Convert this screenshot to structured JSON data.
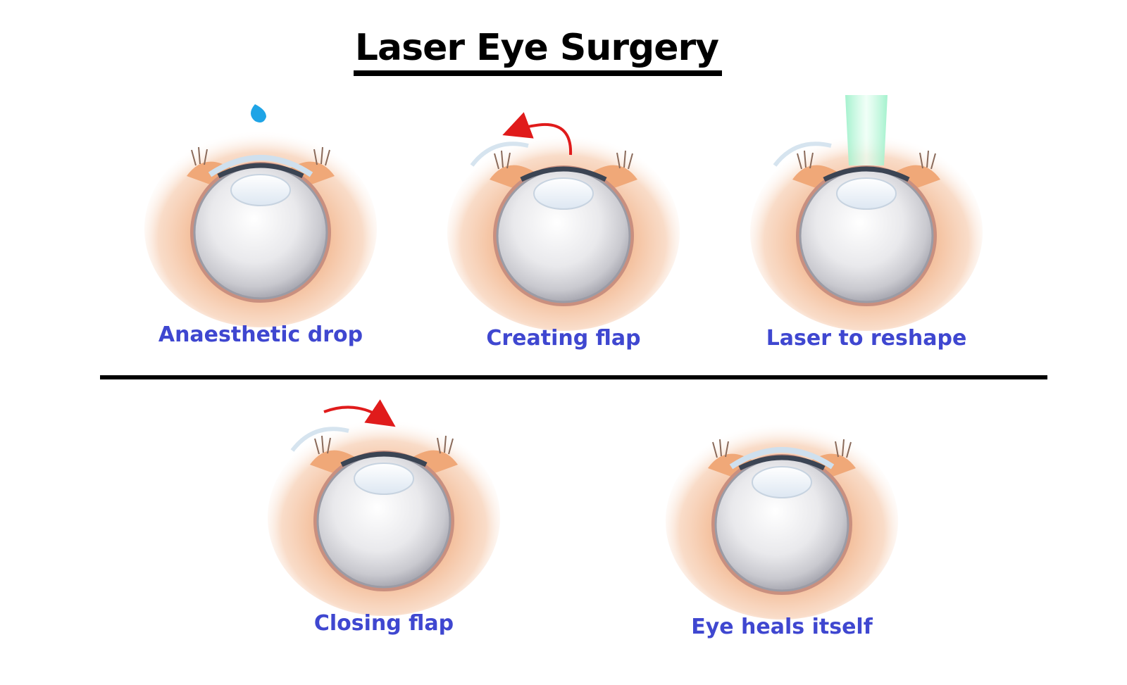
{
  "title": "Laser Eye Surgery",
  "colors": {
    "caption": "#3f47d0",
    "skin": "#f0b184",
    "drop": "#1fa4e6",
    "arrow": "#e01b1b",
    "laser": "#7fe3b8"
  },
  "steps": [
    {
      "id": "anaesthetic",
      "label": "Anaesthetic drop",
      "overlay": "drop-icon"
    },
    {
      "id": "creating",
      "label": "Creating flap",
      "overlay": "flap-open-arrow-icon"
    },
    {
      "id": "laser",
      "label": "Laser to reshape",
      "overlay": "laser-beam-icon"
    },
    {
      "id": "closing",
      "label": "Closing flap",
      "overlay": "flap-close-arrow-icon"
    },
    {
      "id": "heals",
      "label": "Eye heals itself",
      "overlay": "none"
    }
  ]
}
